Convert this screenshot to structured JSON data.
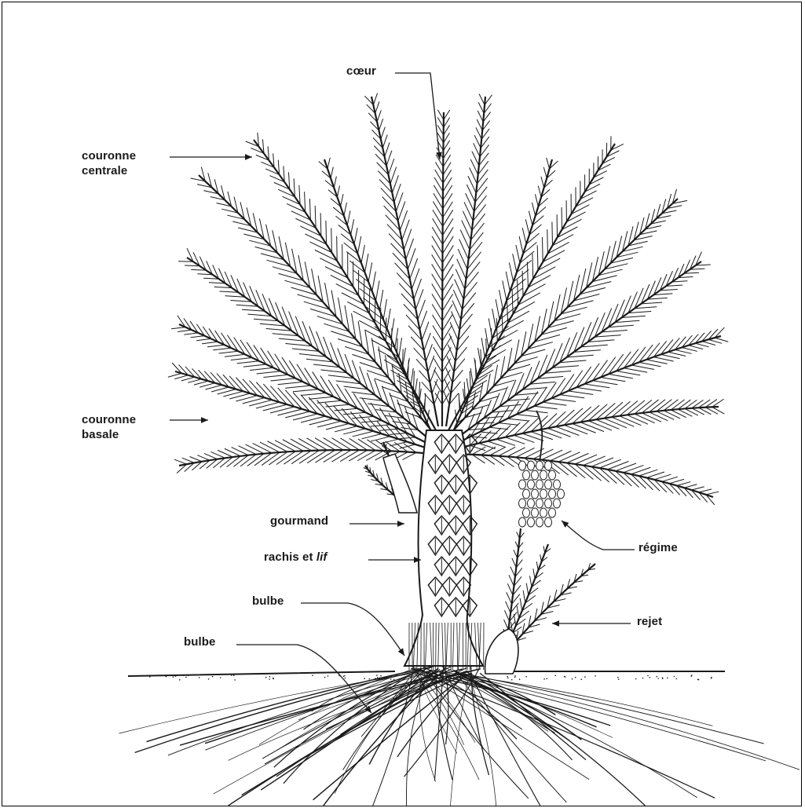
{
  "labels": {
    "coeur": "cœur",
    "couronne_centrale_1": "couronne",
    "couronne_centrale_2": "centrale",
    "couronne_basale_1": "couronne",
    "couronne_basale_2": "basale",
    "gourmand": "gourmand",
    "rachis": "rachis et",
    "lif": "lif",
    "bulbe_upper": "bulbe",
    "bulbe_lower": "bulbe",
    "regime": "régime",
    "rejet": "rejet"
  },
  "colors": {
    "ink": "#1a1a1a",
    "background": "#ffffff"
  }
}
